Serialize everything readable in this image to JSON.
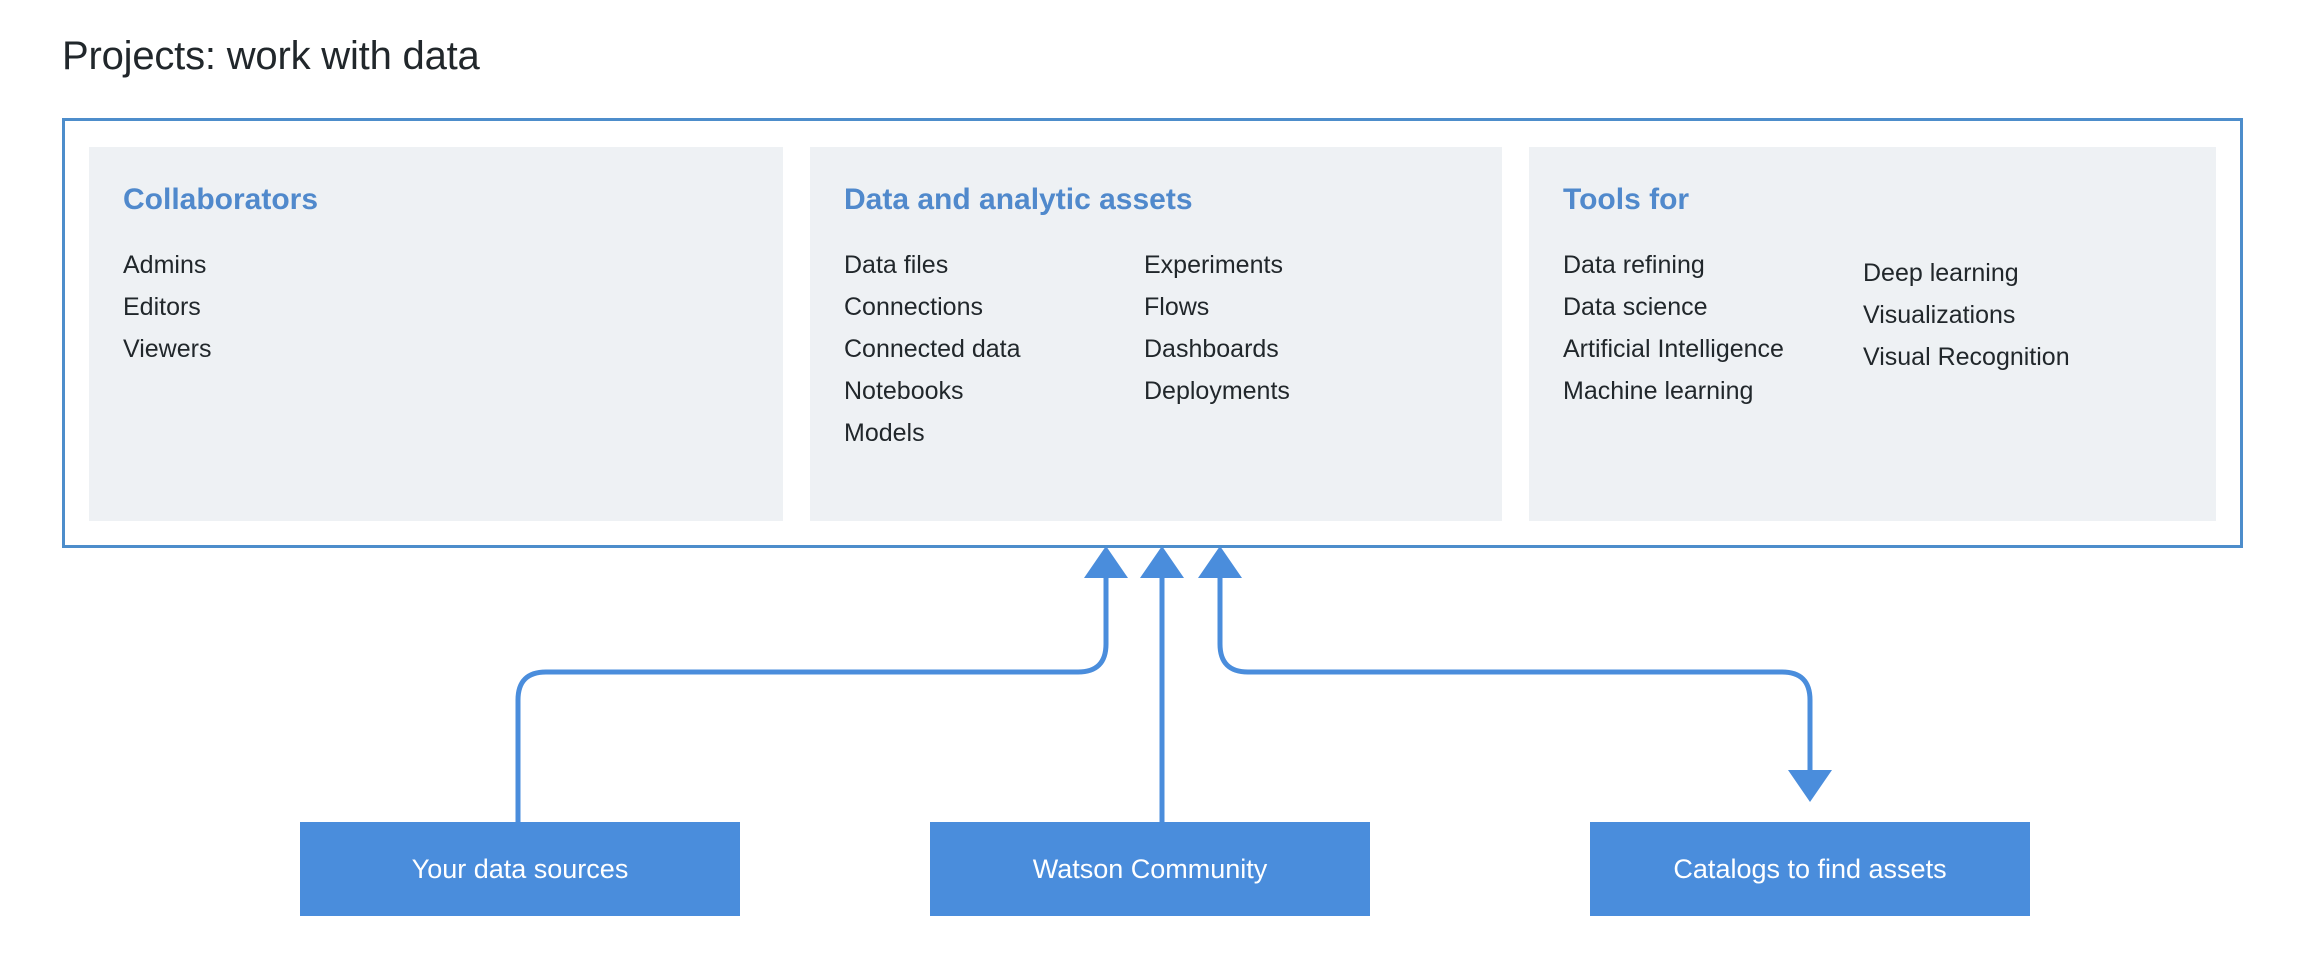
{
  "page": {
    "title": "Projects: work with data"
  },
  "colors": {
    "panel_border": "#4d8dcb",
    "card_background": "#eef1f4",
    "heading_blue": "#5089cc",
    "box_blue": "#4a8ddc",
    "connector_blue": "#4a8ddc",
    "body_text": "#21272b",
    "box_text": "#ffffff"
  },
  "panel": {
    "cards": [
      {
        "id": "collaborators",
        "title": "Collaborators",
        "columns": [
          [
            "Admins",
            "Editors",
            "Viewers"
          ]
        ]
      },
      {
        "id": "data-and-analytic-assets",
        "title": "Data and analytic assets",
        "columns": [
          [
            "Data files",
            "Connections",
            "Connected data",
            "Notebooks",
            "Models"
          ],
          [
            "Experiments",
            "Flows",
            "Dashboards",
            "Deployments"
          ]
        ]
      },
      {
        "id": "tools-for",
        "title": "Tools for",
        "columns": [
          [
            "Data refining",
            "Data science",
            "Artificial Intelligence",
            "Machine learning"
          ],
          [
            "Deep learning",
            "Visualizations",
            "Visual Recognition"
          ]
        ]
      }
    ]
  },
  "sources": [
    {
      "id": "your-data-sources",
      "label": "Your data sources"
    },
    {
      "id": "watson-community",
      "label": "Watson Community"
    },
    {
      "id": "catalogs-to-find-assets",
      "label": "Catalogs to find assets"
    }
  ],
  "connectors": [
    {
      "id": "data-sources-to-projects",
      "from": "your-data-sources",
      "to": "projects-panel",
      "direction": "up",
      "arrow": "arrow-up-into-panel"
    },
    {
      "id": "watson-community-to-projects",
      "from": "watson-community",
      "to": "projects-panel",
      "direction": "up",
      "arrow": "arrow-up-into-panel"
    },
    {
      "id": "projects-to-catalogs",
      "from": "projects-panel",
      "to": "catalogs-to-find-assets",
      "direction": "down",
      "arrow": "arrow-down-into-catalogs"
    }
  ]
}
